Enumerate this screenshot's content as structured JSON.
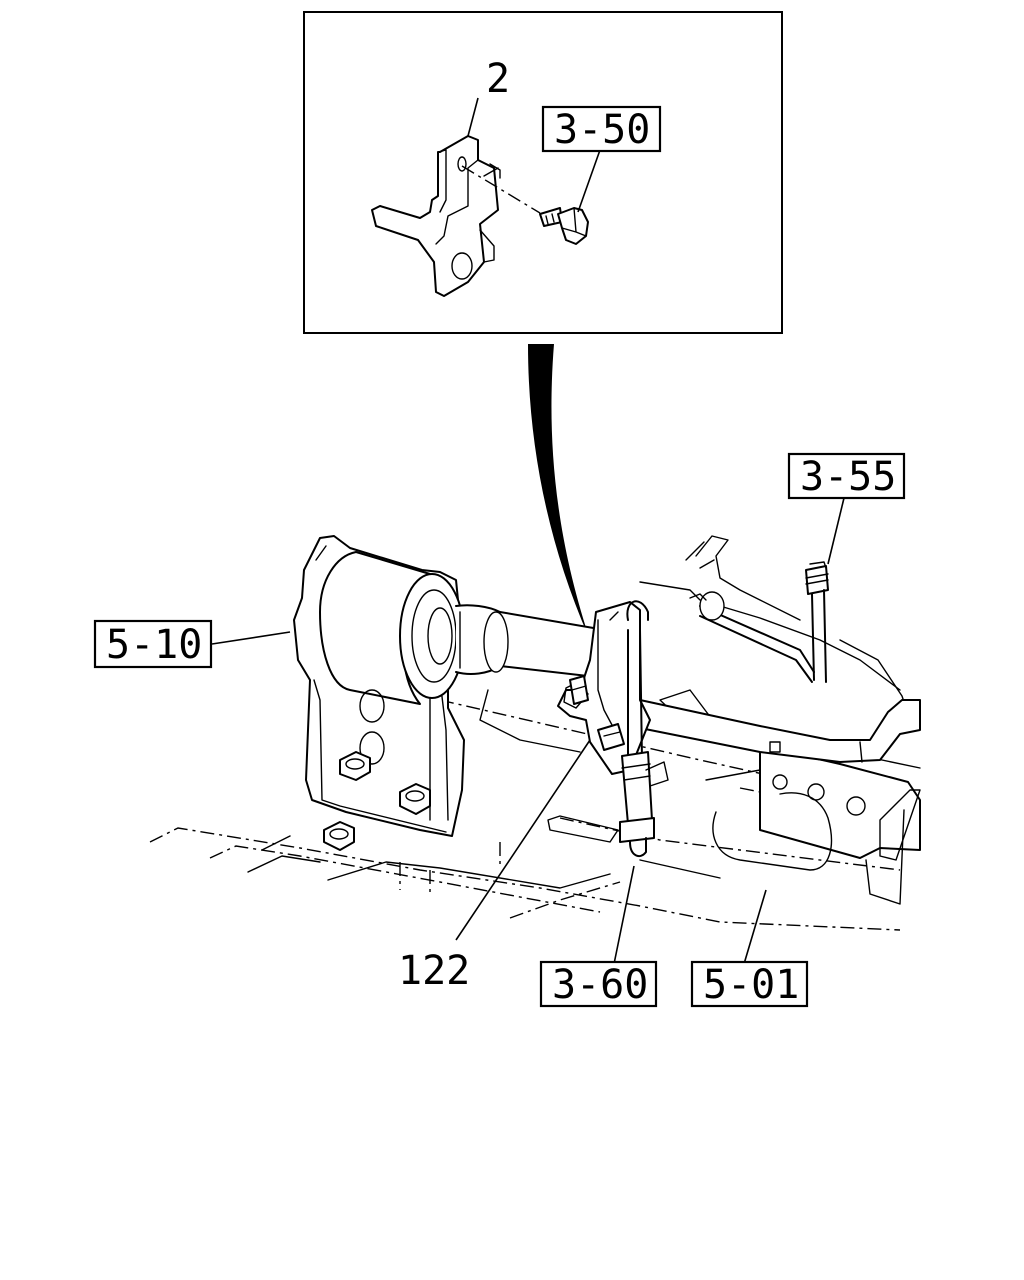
{
  "callouts": {
    "part_2": "2",
    "ref_3_50": "3-50",
    "ref_3_55": "3-55",
    "ref_5_10": "5-10",
    "part_122": "122",
    "ref_3_60": "3-60",
    "ref_5_01": "5-01"
  }
}
